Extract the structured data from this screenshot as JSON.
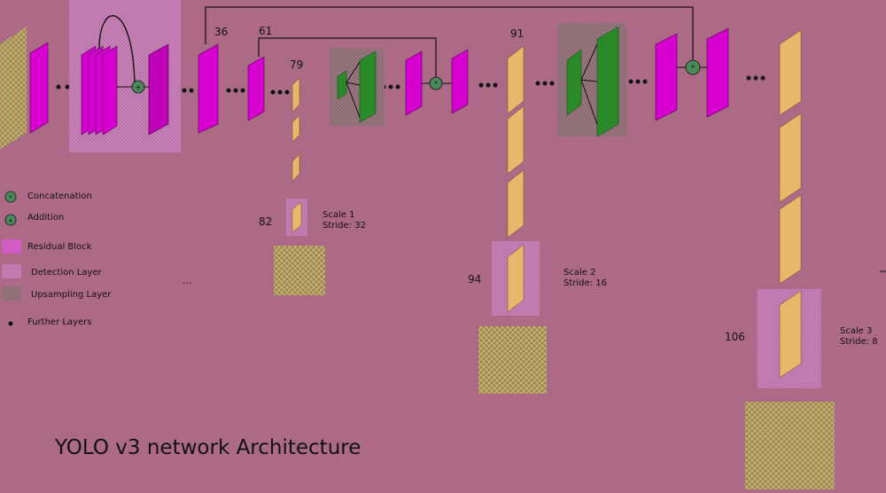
{
  "diagram": {
    "title": "YOLO v3 network Architecture",
    "layer_numbers": {
      "n36": "36",
      "n61": "61",
      "n79": "79",
      "n82": "82",
      "n91": "91",
      "n94": "94",
      "n106": "106"
    },
    "scales": [
      {
        "scale": "Scale 1",
        "stride": "Stride: 32"
      },
      {
        "scale": "Scale 2",
        "stride": "Stride: 16"
      },
      {
        "scale": "Scale 3",
        "stride": "Stride: 8"
      }
    ],
    "legend": [
      {
        "label": "Concatenation",
        "icon": "concat-icon"
      },
      {
        "label": "Addition",
        "icon": "addition-icon"
      },
      {
        "label": "Residual Block",
        "icon": "residual-swatch"
      },
      {
        "label": "Detection Layer",
        "icon": "detection-swatch"
      },
      {
        "label": "Upsampling Layer",
        "icon": "upsampling-swatch"
      },
      {
        "label": "Further Layers",
        "icon": "dot-icon"
      }
    ],
    "ellipsis": "...",
    "colors": {
      "background": "#ad6a86",
      "conv_layer": "#d800d0",
      "detection_layer": "#e8b86a",
      "upsampling_layer": "#2a8a2a",
      "residual_block": "#d35cc4",
      "operator": "#4a8a5a"
    }
  }
}
